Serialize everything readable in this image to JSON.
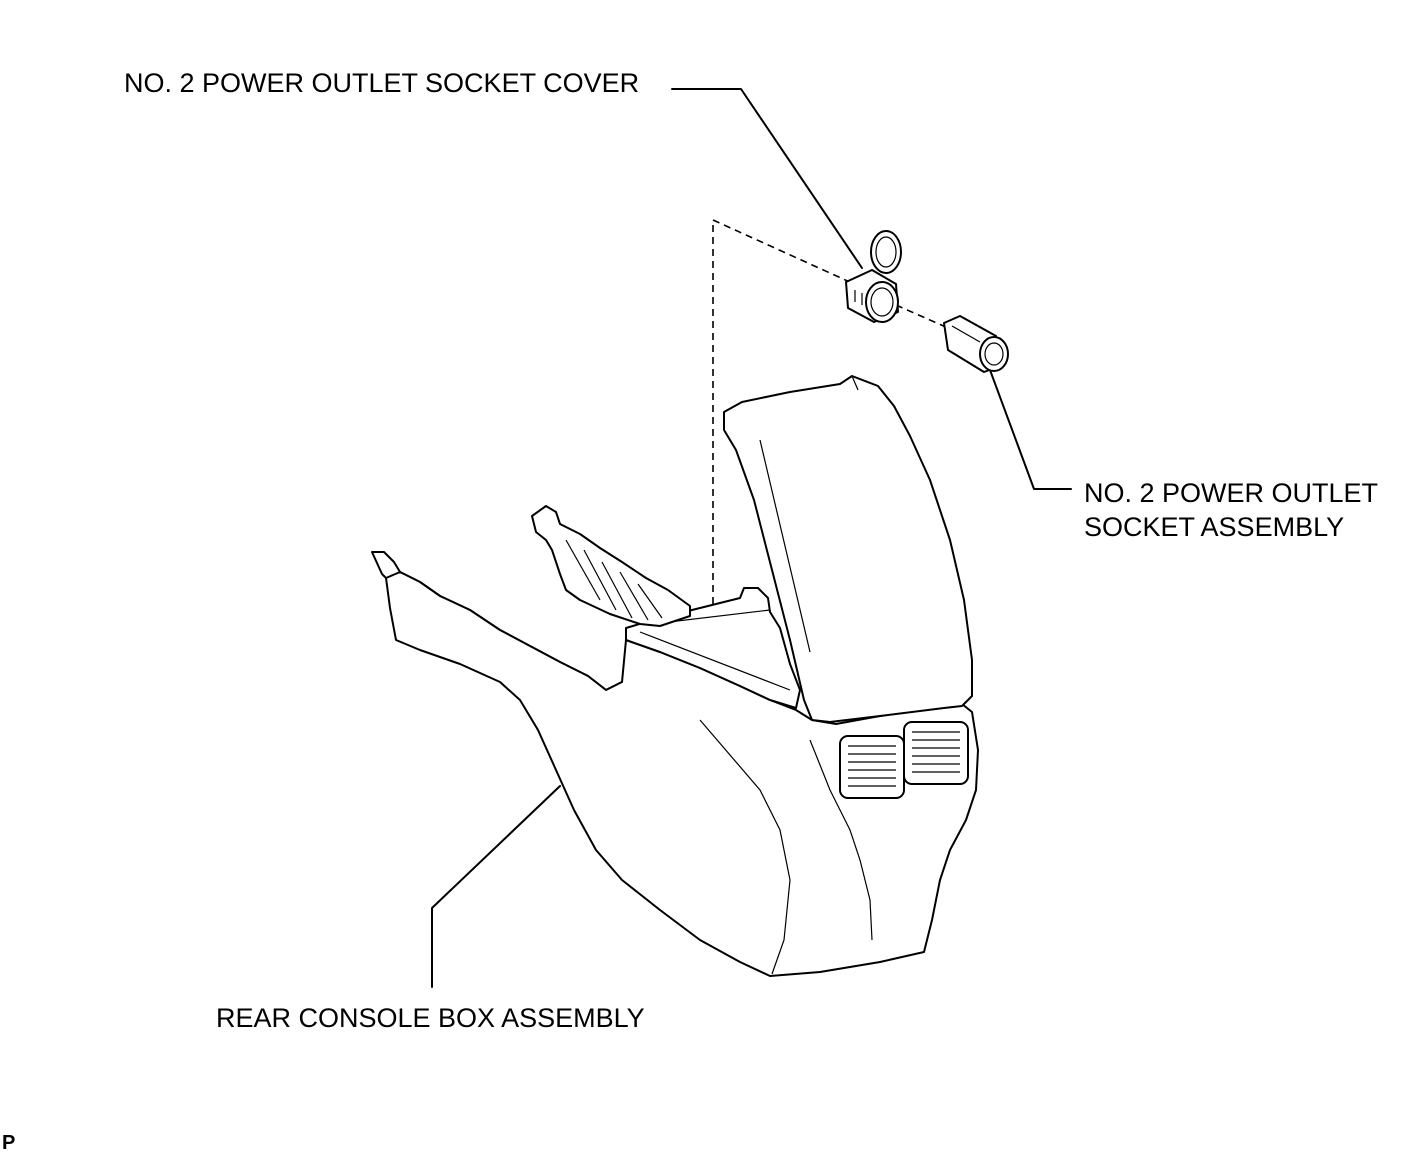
{
  "labels": {
    "socket_cover": "NO. 2 POWER OUTLET SOCKET COVER",
    "socket_assembly_line1": "NO. 2 POWER OUTLET",
    "socket_assembly_line2": "SOCKET ASSEMBLY",
    "console_box": "REAR CONSOLE BOX ASSEMBLY"
  },
  "page_mark": "P",
  "colors": {
    "ink": "#000000",
    "background": "#ffffff"
  }
}
